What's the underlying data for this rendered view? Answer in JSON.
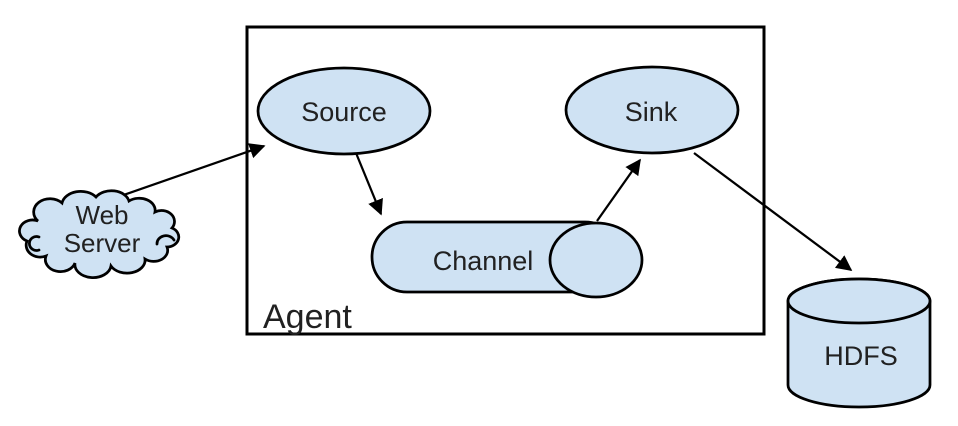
{
  "diagram": {
    "background": "#ffffff",
    "colors": {
      "node_fill": "#cfe2f3",
      "stroke": "#000000",
      "text": "#212121"
    },
    "nodes": {
      "web_server": {
        "shape": "cloud",
        "label_line1": "Web",
        "label_line2": "Server"
      },
      "agent": {
        "shape": "rectangle-container",
        "label": "Agent"
      },
      "source": {
        "shape": "ellipse",
        "label": "Source"
      },
      "channel": {
        "shape": "horizontal-cylinder",
        "label": "Channel"
      },
      "sink": {
        "shape": "ellipse",
        "label": "Sink"
      },
      "hdfs": {
        "shape": "database-cylinder",
        "label": "HDFS"
      }
    },
    "edges": [
      {
        "from": "web_server",
        "to": "source",
        "arrow": "end"
      },
      {
        "from": "source",
        "to": "channel",
        "arrow": "end"
      },
      {
        "from": "channel",
        "to": "sink",
        "arrow": "end"
      },
      {
        "from": "sink",
        "to": "hdfs",
        "arrow": "end"
      }
    ]
  }
}
